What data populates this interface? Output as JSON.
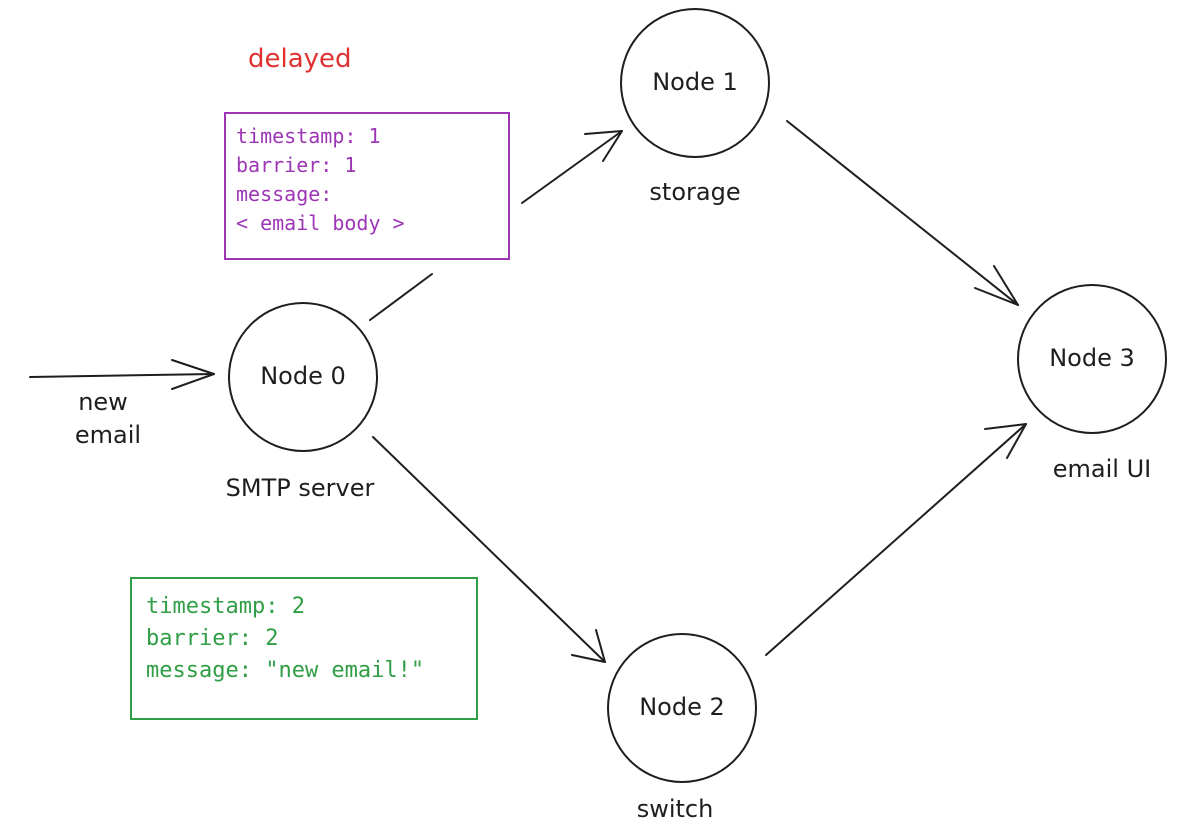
{
  "colors": {
    "ink": "#1e1e1e",
    "delayed": "#e03131",
    "purple_note": "#9c36b5",
    "green_note": "#2f9e44"
  },
  "nodes": {
    "node0": {
      "name": "Node 0",
      "role": "SMTP server"
    },
    "node1": {
      "name": "Node 1",
      "role": "storage"
    },
    "node2": {
      "name": "Node 2",
      "role": "switch"
    },
    "node3": {
      "name": "Node 3",
      "role": "email UI"
    }
  },
  "input": {
    "label_line1": "new",
    "label_line2": "email"
  },
  "delayed_label": "delayed",
  "purple_message": {
    "line1": "timestamp: 1",
    "line2": "barrier: 1",
    "line3": "message:",
    "line4": "< email body >"
  },
  "green_message": {
    "line1": "timestamp: 2",
    "line2": "barrier: 2",
    "line3": "message: \"new email!\""
  }
}
